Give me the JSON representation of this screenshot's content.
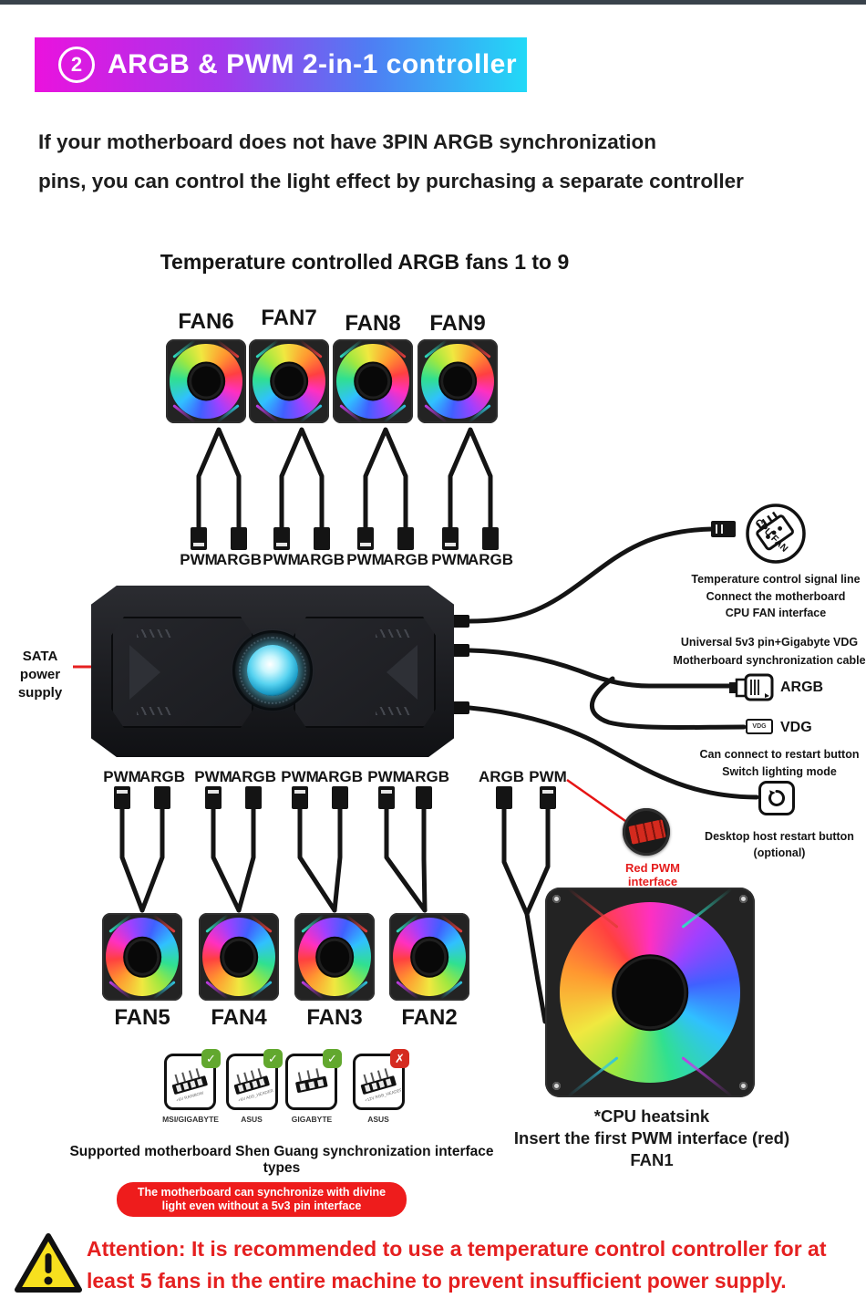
{
  "header": {
    "number": "2",
    "title": "ARGB & PWM 2-in-1 controller"
  },
  "intro": {
    "line1": "If your motherboard does not have 3PIN ARGB synchronization",
    "line2": "pins, you can control the light effect by purchasing a separate controller"
  },
  "diagram": {
    "title": "Temperature controlled ARGB fans 1 to 9",
    "pwm": "PWM",
    "argb": "ARGB",
    "top_fans": [
      "FAN6",
      "FAN7",
      "FAN8",
      "FAN9"
    ],
    "bottom_fans": [
      "FAN5",
      "FAN4",
      "FAN3",
      "FAN2"
    ],
    "sata_line1": "SATA",
    "sata_line2": "power supply",
    "fan1_cap1": "*CPU heatsink",
    "fan1_cap2": "Insert the first PWM interface (red)",
    "fan1_cap3": "FAN1"
  },
  "right_panel": {
    "cpu_fan_icon": "CPU FAN",
    "temp1": "Temperature control signal line",
    "temp2": "Connect the motherboard",
    "temp3": "CPU FAN interface",
    "sync1": "Universal 5v3 pin+Gigabyte VDG",
    "sync2": "Motherboard synchronization cable",
    "argb": "ARGB",
    "vdg": "VDG",
    "vdg_icon": "VDG",
    "restart1": "Can connect to restart button",
    "restart2": "Switch lighting mode",
    "restart_cap1": "Desktop host restart button",
    "restart_cap2": "(optional)",
    "red_pwm": "Red PWM interface"
  },
  "mobo": {
    "items": [
      {
        "label": "MSI/GIGABYTE",
        "badge": "✓",
        "pins": "+5V RAINBOW"
      },
      {
        "label": "ASUS",
        "badge": "✓",
        "pins": "+5V ADD_HEADER"
      },
      {
        "label": "GIGABYTE",
        "badge": "✓",
        "pins": ""
      },
      {
        "label": "ASUS",
        "badge": "✗",
        "pins": "+12V RGB_HEADER"
      }
    ],
    "caption": "Supported motherboard Shen Guang synchronization interface types",
    "banner1": "The motherboard can synchronize with divine",
    "banner2": "light even without a 5v3 pin interface"
  },
  "attention": {
    "line1": "Attention: It is recommended to use a temperature control controller for at",
    "line2": "least 5 fans in the entire machine to prevent insufficient power supply."
  },
  "colors": {
    "gradient_left": "#ea12de",
    "gradient_right": "#22d9f7",
    "banner_red": "#ee1c1c",
    "attention_red": "#e52020",
    "glow_cyan": "#56d2f0",
    "check_green": "#62a82e",
    "cross_red": "#d52b20"
  }
}
